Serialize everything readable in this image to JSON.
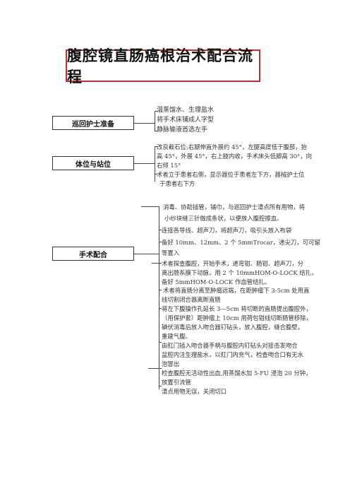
{
  "title": "腹腔镜直肠癌根治术配合流程",
  "sections": {
    "nurse": {
      "label": "巡回护士准备",
      "items": [
        "温蒸馏水、生理盐水",
        "将手术床铺成人字型",
        "静脉输液首选左手"
      ]
    },
    "position": {
      "label": "体位与站位",
      "items": [
        [
          "改良截石位:右腿伸直外展约 45°，左腿高度低于腹部，抬",
          "高 45°，外展 45°，右上肢内收，手术床头低脚高 30°，向",
          "右倾 15°"
        ],
        [
          "术者立于患者右侧，显示器位于患者左下方，器械护士位",
          "于患者右下方"
        ]
      ]
    },
    "surgery": {
      "label": "手术配合",
      "items": [
        [
          "消毒、协助插管，铺巾，与巡回护士清点所有用物，将",
          "小纱块缝三针做成条状，以便放入腹腔擦血。"
        ],
        [
          "连接各导线、超声刀，将超声刀，吸引头放入布袋"
        ],
        [
          "备好 10mm、12mm、2 个 5mmTrocar，递尖刀，可可留",
          "等置入"
        ],
        [
          "术者探查腹腔，开始手术，递弯钳、肠钳、超声刀，分",
          "离出肠系膜下动脉，用 2 个 10mmHOM-O-LOCK 结扎，",
          "备好 5mmHOM-O-LOCK 作血管结扎。"
        ],
        [
          "术者将直肠分离至肿瘤远端，在距肿瘤下 3-5cm 处用直",
          "线切割闭合器离断直肠"
        ],
        [
          "将左下腹操作孔延长 3—5cm 将切断的直肠提出腹腔外，",
          "（用保护套）距肿瘤上 10cm 用荷包钳线切断肠管移除，",
          "碘伏消毒后放入吻合器钉砧头，放入腹腔，缝合腹壁，",
          "重建气腹。"
        ],
        [
          "由肛门插入吻合器手柄与腹腔内钉砧头对接击发吻合",
          "盆腔内注生理盐水，以肛门内充气，检查吻合口有无水",
          "泡冒出"
        ],
        [
          "检查腹腔无活动性出血,用蒸馏水加 5-FU 浸泡 20 分钟，",
          "放置引流管"
        ],
        [
          "清点用物无误，关闭切口"
        ]
      ]
    }
  }
}
